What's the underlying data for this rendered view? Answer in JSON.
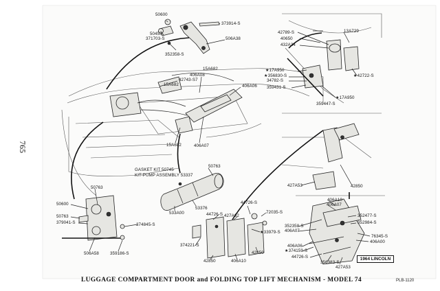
{
  "page_number": "765",
  "caption": "LUGGAGE COMPARTMENT DOOR and FOLDING TOP LIFT MECHANISM - MODEL 74",
  "plate_id": "PLB-1120",
  "badge": "1964 LINCOLN",
  "callouts": {
    "c50600_top": "50600",
    "c373914": "373914-S",
    "c50453": "50453",
    "c371703": "371703-S",
    "c506A38": "506A38",
    "c352358": "352358-S",
    "c15A682_a": "15A682",
    "c406A08": "406A08",
    "c42743": "42743-S7",
    "c15A682_b": "15A682",
    "c406A06": "406A06",
    "c15A682_c": "15A682",
    "c406A07_a": "406A07",
    "c42789": "42789-S",
    "c40650": "40650",
    "c432A34": "432A34",
    "c13A729": "13A729",
    "c17A950_a": "★17A950",
    "c356830": "★356830-S",
    "c34782": "34782-S",
    "c359431": "359431-S",
    "c42722": "★42722-S",
    "c17A950_b": "★17A950",
    "c359447": "359447-S",
    "c427A53_a": "427A53",
    "c42850_a": "42850",
    "c50745": "GASKET KIT 50745",
    "c53337": "KIT-PUMP ASSEMBLY 53337",
    "c50763_mid": "50763",
    "c53376": "53376",
    "c533A00": "533A00",
    "c50763_a": "50763",
    "c50600_b": "50600",
    "c50763_b": "50763",
    "c379041": "379041-S",
    "c374845": "374845-S",
    "c506A58": "506A58",
    "c359186": "359186-S",
    "c44726_a": "44726-S",
    "c44726_b": "44726-S",
    "c427A62": "427A62",
    "c72035": "72035-S",
    "c33979": "★33979-S",
    "c374221": "374221-S",
    "c42850_b": "42850",
    "c406A10_a": "406A10",
    "c42850_c": "42850",
    "c406A10_b": "406A10",
    "c406A07_b": "406A07",
    "c352477": "352477-S",
    "c352984": "352984-S",
    "c352358_b": "352358-S",
    "c406A07_c": "406A07",
    "c76345": "76345-S",
    "c406A00": "406A00",
    "c406A06_b": "406A06",
    "c374159": "★374159-S",
    "c44726_c": "44726-S",
    "c356383": "356383-S",
    "c427A53_b": "427A53"
  }
}
